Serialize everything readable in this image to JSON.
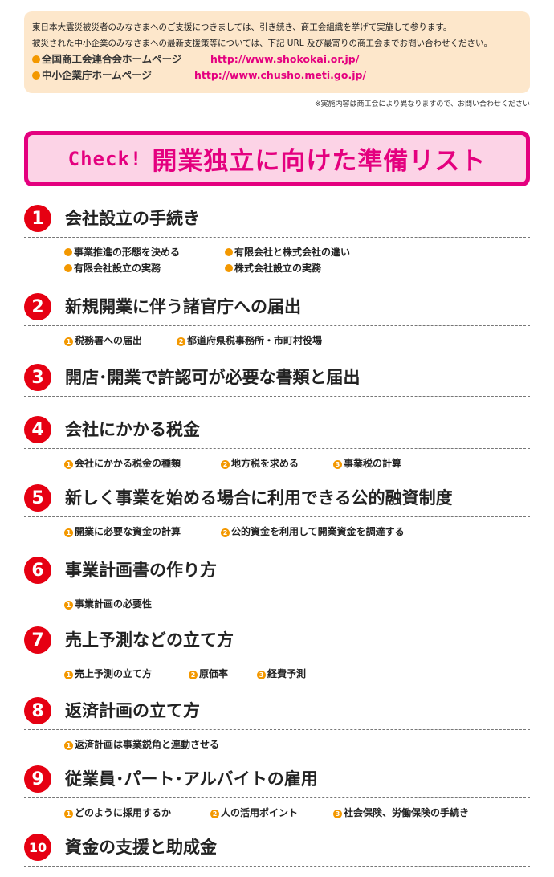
{
  "notice": {
    "line1": "東日本大震災被災者のみなさまへのご支援につきましては、引き続き、商工会組織を挙げて実施して参ります。",
    "line2": "被災された中小企業のみなさまへの最新支援策等については、下記 URL 及び最寄りの商工会までお問い合わせください。",
    "links": [
      {
        "label": "全国商工会連合会ホームページ",
        "url": "http://www.shokokai.or.jp/"
      },
      {
        "label": "中小企業庁ホームページ",
        "url": "http://www.chusho.meti.go.jp/"
      }
    ],
    "note": "※実施内容は商工会により異なりますので、お問い合わせください"
  },
  "banner": {
    "check": "Check!",
    "title": "開業独立に向けた準備リスト"
  },
  "sections": [
    {
      "num": "1",
      "title": "会社設立の手続き",
      "items": [
        "事業推進の形態を決める",
        "有限会社と株式会社の違い",
        "有限会社設立の実務",
        "株式会社設立の実務"
      ]
    },
    {
      "num": "2",
      "title": "新規開業に伴う諸官庁への届出",
      "items": [
        "税務署への届出",
        "都道府県税事務所・市町村役場"
      ]
    },
    {
      "num": "3",
      "title": "開店･開業で許認可が必要な書類と届出",
      "items": []
    },
    {
      "num": "4",
      "title": "会社にかかる税金",
      "items": [
        "会社にかかる税金の種類",
        "地方税を求める",
        "事業税の計算"
      ]
    },
    {
      "num": "5",
      "title": "新しく事業を始める場合に利用できる公的融資制度",
      "items": [
        "開業に必要な資金の計算",
        "公的資金を利用して開業資金を調達する"
      ]
    },
    {
      "num": "6",
      "title": "事業計画書の作り方",
      "items": [
        "事業計画の必要性"
      ]
    },
    {
      "num": "7",
      "title": "売上予測などの立て方",
      "items": [
        "売上予測の立て方",
        "原価率",
        "経費予測"
      ]
    },
    {
      "num": "8",
      "title": "返済計画の立て方",
      "items": [
        "返済計画は事業鋭角と連動させる"
      ]
    },
    {
      "num": "9",
      "title": "従業員･パート･アルバイトの雇用",
      "items": [
        "どのように採用するか",
        "人の活用ポイント",
        "社会保険、労働保険の手続き"
      ]
    },
    {
      "num": "10",
      "title": "資金の支援と助成金",
      "items": []
    }
  ],
  "colors": {
    "accent": "#e4007f",
    "badge": "#e60012",
    "bullet": "#f39800",
    "notice_bg": "#fde7cb",
    "banner_bg": "#fcd3e6"
  }
}
